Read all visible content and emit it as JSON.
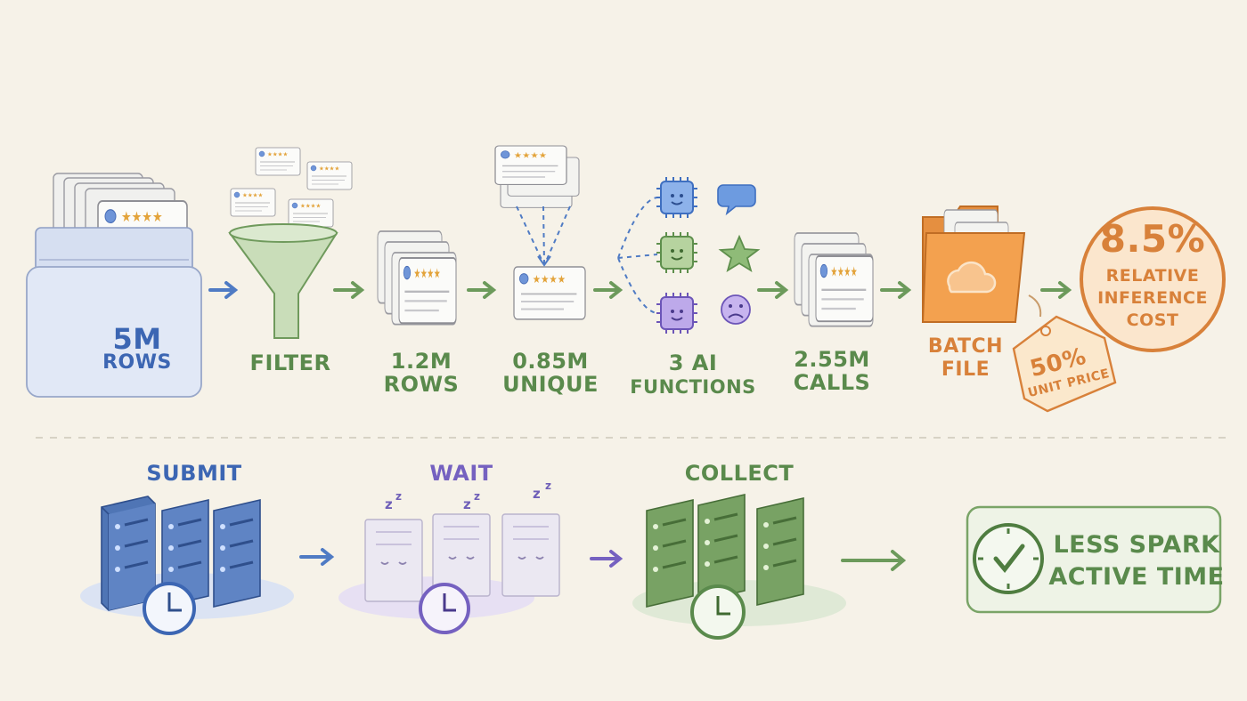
{
  "pipeline": {
    "source": {
      "count": "5M",
      "unit": "ROWS"
    },
    "filter": "FILTER",
    "filtered": {
      "count": "1.2M",
      "unit": "ROWS"
    },
    "unique": {
      "count": "0.85M",
      "unit": "UNIQUE"
    },
    "functions": {
      "count": "3 AI",
      "unit": "FUNCTIONS"
    },
    "calls": {
      "count": "2.55M",
      "unit": "CALLS"
    },
    "batch": {
      "line1": "BATCH",
      "line2": "FILE"
    },
    "price_tag": {
      "value": "50%",
      "label": "UNIT PRICE"
    },
    "cost": {
      "value": "8.5%",
      "line1": "RELATIVE",
      "line2": "INFERENCE",
      "line3": "COST"
    }
  },
  "runtime": {
    "submit": "SUBMIT",
    "wait": "WAIT",
    "collect": "COLLECT",
    "result": {
      "line1": "LESS SPARK",
      "line2": "ACTIVE TIME"
    }
  },
  "colors": {
    "blue": "#3c66b3",
    "green": "#5a8a4c",
    "purple": "#7561c0",
    "orange": "#d8813a",
    "background": "#f6f2e8"
  },
  "icons": [
    "card-stack-icon",
    "funnel-icon",
    "ai-chip-icon",
    "chat-bubble-icon",
    "star-icon",
    "sad-face-icon",
    "folder-cloud-icon",
    "price-tag-icon",
    "server-rack-icon",
    "clock-icon",
    "check-clock-icon"
  ]
}
